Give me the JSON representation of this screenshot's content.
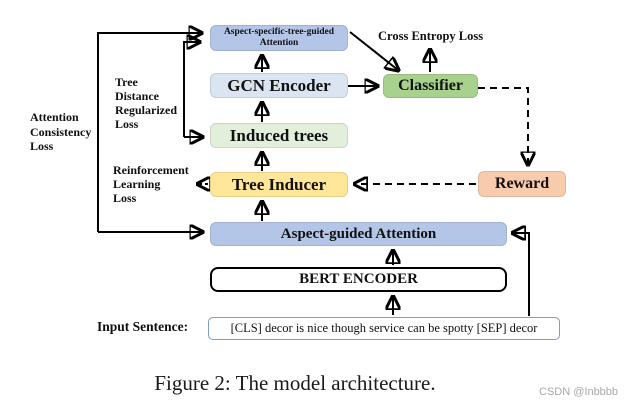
{
  "diagram": {
    "boxes": {
      "aspect_specific": {
        "line1": "Aspect-specific-tree-guided",
        "line2": "Attention",
        "bg": "#b4c6e7"
      },
      "gcn_encoder": {
        "label": "GCN Encoder",
        "bg": "#dbe5f1"
      },
      "induced_trees": {
        "label": "Induced trees",
        "bg": "#e2efda"
      },
      "tree_inducer": {
        "label": "Tree Inducer",
        "bg": "#ffe699"
      },
      "classifier": {
        "label": "Classifier",
        "bg": "#a9d18e"
      },
      "reward": {
        "label": "Reward",
        "bg": "#f8cbad"
      },
      "aspect_guided": {
        "label": "Aspect-guided Attention",
        "bg": "#b4c6e7"
      },
      "bert_encoder": {
        "label": "BERT ENCODER",
        "bg": "#ffffff"
      },
      "input_sentence": {
        "text": "[CLS] decor is nice though service can be spotty [SEP] decor",
        "border_color": "#7f9cc3"
      }
    },
    "loss_labels": {
      "cross_entropy": "Cross Entropy Loss",
      "attention_consistency": "Attention\nConsistency\nLoss",
      "tree_distance": "Tree\nDistance\nRegularized\nLoss",
      "reinforcement": "Reinforcement\nLearning\nLoss"
    },
    "input_label": "Input Sentence:",
    "line_color": "#000000"
  },
  "caption": "Figure 2: The model architecture.",
  "watermark": "CSDN @Inbbbb"
}
